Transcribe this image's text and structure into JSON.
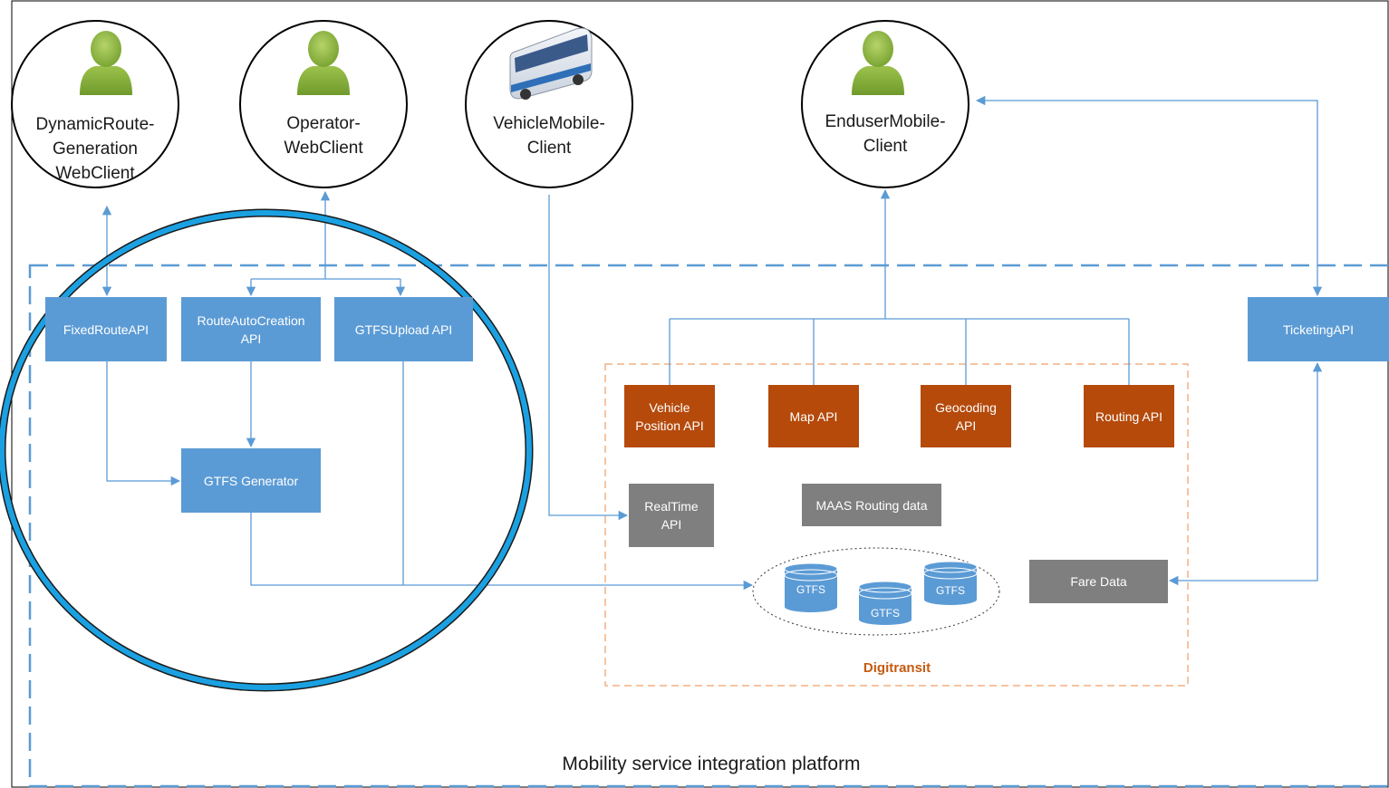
{
  "clients": {
    "dynamic_route": "DynamicRoute-\nGeneration\nWebClient",
    "operator": "Operator-\nWebClient",
    "vehicle_mobile": "VehicleMobile-\nClient",
    "enduser_mobile": "EnduserMobile-\nClient"
  },
  "icons": {
    "user": "user-icon",
    "bus": "bus-icon",
    "database": "database-icon"
  },
  "apis": {
    "fixed_route": "FixedRouteAPI",
    "route_auto_creation": "RouteAutoCreation\nAPI",
    "gtfs_upload": "GTFSUpload API",
    "gtfs_generator": "GTFS Generator",
    "ticketing": "TicketingAPI"
  },
  "digitransit": {
    "label": "Digitransit",
    "vehicle_position": "Vehicle\nPosition API",
    "map": "Map API",
    "geocoding": "Geocoding\nAPI",
    "routing": "Routing API",
    "realtime": "RealTime\nAPI",
    "maas_routing_data": "MAAS Routing data",
    "fare_data": "Fare Data",
    "gtfs_db": [
      "GTFS",
      "GTFS",
      "GTFS"
    ]
  },
  "platform": {
    "label": "Mobility service integration platform"
  },
  "colors": {
    "api_blue": "#5b9bd5",
    "digitransit_orange": "#b54a0b",
    "data_gray": "#7f7f7f",
    "highlight_ring": "#1ba1e2",
    "digitransit_border": "#f4b183",
    "digitransit_label": "#c55a11",
    "user_green": "#8db43c"
  }
}
